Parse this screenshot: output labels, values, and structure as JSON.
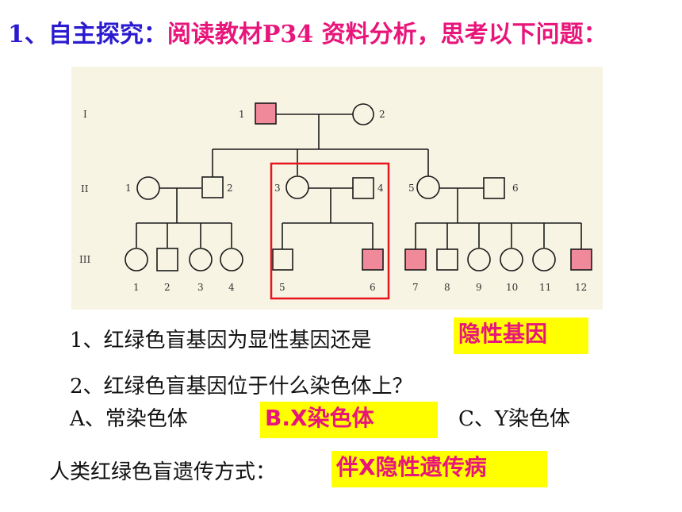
{
  "heading": {
    "prefix": "1、自主探究：",
    "task": "阅读教材P34 资料分析，思考以下问题："
  },
  "pedigree": {
    "generations": [
      "I",
      "II",
      "III"
    ],
    "gen1": [
      "1",
      "2"
    ],
    "gen2": [
      "1",
      "2",
      "3",
      "4",
      "5",
      "6"
    ],
    "gen3": [
      "1",
      "2",
      "3",
      "4",
      "5",
      "6",
      "7",
      "8",
      "9",
      "10",
      "11",
      "12"
    ],
    "colors": {
      "affected": "#f08a9a",
      "highlight": "#e8151e",
      "line": "#1a1a1a"
    }
  },
  "questions": {
    "q1": "1、红绿色盲基因为显性基因还是",
    "a1": "隐性基因",
    "q2": "2、红绿色盲基因位于什么染色体上？",
    "optA": "A、常染色体",
    "a2": "B.X染色体",
    "optC": "C、Y染色体",
    "q3": "人类红绿色盲遗传方式：",
    "a3": "伴X隐性遗传病"
  }
}
